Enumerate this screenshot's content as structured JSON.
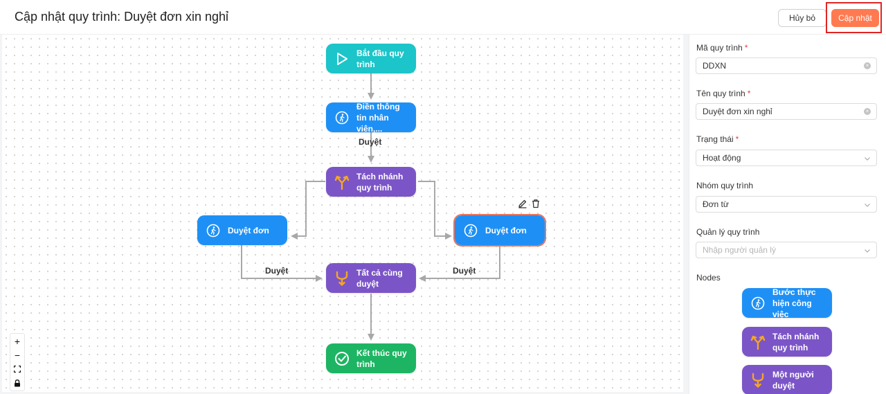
{
  "header": {
    "title": "Cập nhật quy trình: Duyệt đơn xin nghỉ",
    "cancel_label": "Hủy bỏ",
    "update_label": "Cập nhật"
  },
  "flow": {
    "nodes": {
      "start": "Bắt đầu quy trình",
      "fill_info": "Điền thông tin nhân viên,...",
      "split": "Tách nhánh quy trình",
      "approve_left": "Duyệt đơn",
      "approve_right": "Duyệt đơn",
      "all_approve": "Tất cả cùng duyệt",
      "end": "Kết thúc quy trình"
    },
    "edge_labels": {
      "fill_to_split": "Duyệt",
      "left_to_all": "Duyệt",
      "right_to_all": "Duyệt"
    },
    "colors": {
      "start": "#1bc5c9",
      "task": "#1e90f5",
      "branch": "#7b55c7",
      "end": "#1db563",
      "accent": "#ff7a50",
      "fork_icon": "#f5a623"
    },
    "icons": {
      "start": "play-icon",
      "task": "walking-person-icon",
      "split": "fork-icon",
      "merge": "merge-icon",
      "end": "check-circle-icon",
      "edit": "pencil-icon",
      "delete": "trash-icon"
    },
    "zoom_controls": {
      "zoom_in": "+",
      "zoom_out": "−"
    }
  },
  "panel": {
    "code": {
      "label": "Mã quy trình",
      "value": "DDXN"
    },
    "name": {
      "label": "Tên quy trình",
      "value": "Duyệt đơn xin nghỉ"
    },
    "status": {
      "label": "Trạng thái",
      "value": "Hoạt động"
    },
    "group": {
      "label": "Nhóm quy trình",
      "value": "Đơn từ"
    },
    "manager": {
      "label": "Quản lý quy trình",
      "placeholder": "Nhập người quản lý"
    },
    "nodes_title": "Nodes",
    "palette": [
      "Bước thực hiện công việc",
      "Tách nhánh quy trình",
      "Một người duyệt"
    ]
  }
}
